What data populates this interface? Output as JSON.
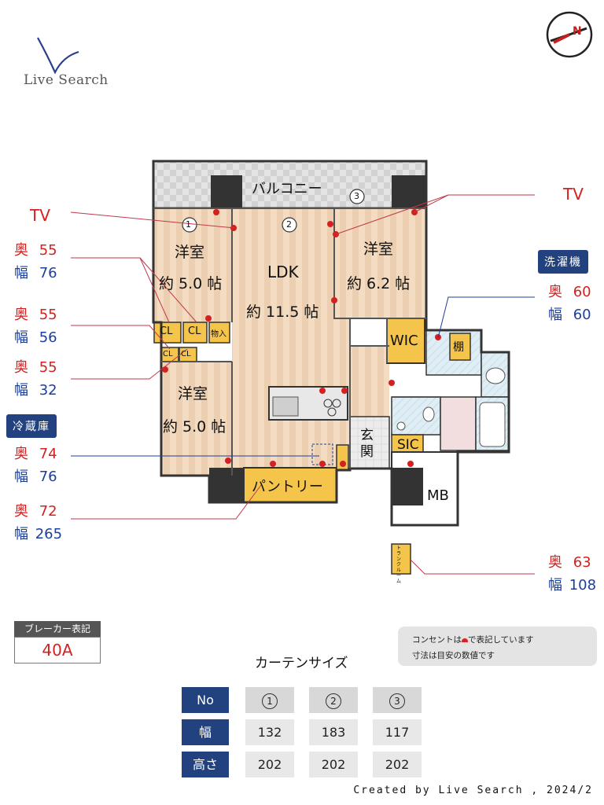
{
  "logo": {
    "text": "Live Search"
  },
  "compass": {
    "label": "N"
  },
  "plan": {
    "balcony": "バルコニー",
    "window_numbers": [
      "1",
      "2",
      "3"
    ],
    "rooms": {
      "west_room_top": {
        "name": "洋室",
        "size": "約 5.0 帖"
      },
      "ldk": {
        "name": "LDK",
        "size": "約 11.5 帖"
      },
      "east_room": {
        "name": "洋室",
        "size": "約 6.2 帖"
      },
      "west_room_bottom": {
        "name": "洋室",
        "size": "約 5.0 帖"
      }
    },
    "closet": "CL",
    "storage": "物入",
    "wic": "WIC",
    "shelf": "棚",
    "entrance": "玄関",
    "sic": "SIC",
    "mb": "MB",
    "pantry": "パントリー",
    "trunk_room": "トランクルーム"
  },
  "dimension_labels": {
    "depth": "奥",
    "width": "幅"
  },
  "annotations": {
    "tv_left": "TV",
    "tv_right": "TV",
    "washer_badge": "洗濯機",
    "fridge_badge": "冷蔵庫",
    "dims": [
      {
        "id": "cl1",
        "depth": "55",
        "width": "76"
      },
      {
        "id": "cl2",
        "depth": "55",
        "width": "56"
      },
      {
        "id": "cl3",
        "depth": "55",
        "width": "32"
      },
      {
        "id": "fridge",
        "depth": "74",
        "width": "76"
      },
      {
        "id": "pantry",
        "depth": "72",
        "width": "265"
      },
      {
        "id": "washer",
        "depth": "60",
        "width": "60"
      },
      {
        "id": "trunk",
        "depth": "63",
        "width": "108"
      }
    ]
  },
  "breaker": {
    "title": "ブレーカー表記",
    "value": "40A"
  },
  "note": {
    "line1_a": "コンセントは",
    "line1_b": "で表記しています",
    "line2": "寸法は目安の数値です"
  },
  "curtain": {
    "title": "カーテンサイズ",
    "header": [
      "No",
      "幅",
      "高さ"
    ],
    "columns": [
      {
        "no": "1",
        "width": "132",
        "height": "202"
      },
      {
        "no": "2",
        "width": "183",
        "height": "202"
      },
      {
        "no": "3",
        "width": "117",
        "height": "202"
      }
    ]
  },
  "credit": "Created by Live Search , 2024/2"
}
